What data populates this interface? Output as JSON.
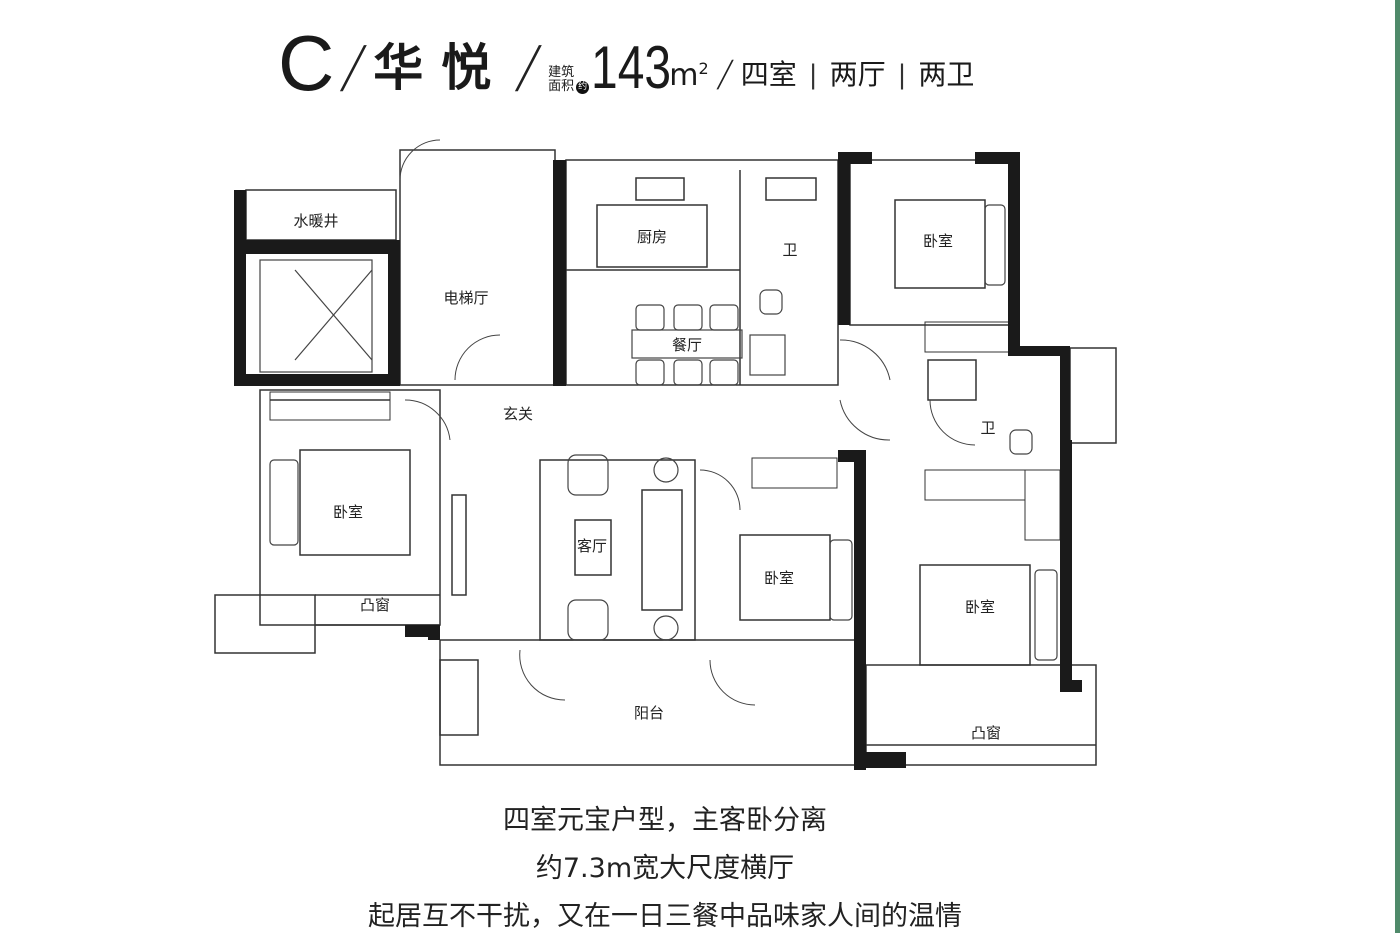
{
  "header": {
    "unit_letter": "C",
    "unit_name": "华悦",
    "area_label_line1": "建筑",
    "area_label_line2": "面积",
    "approx_badge": "约",
    "area_value": "143",
    "area_unit": "m",
    "area_unit_sup": "2",
    "rooms": "四室",
    "halls": "两厅",
    "baths": "两卫"
  },
  "rooms": {
    "water_shaft": "水暖井",
    "elevator_hall": "电梯厅",
    "kitchen": "厨房",
    "bath1": "卫",
    "bedroom_ne": "卧室",
    "dining": "餐厅",
    "foyer": "玄关",
    "bath2": "卫",
    "bedroom_w": "卧室",
    "living": "客厅",
    "bedroom_c": "卧室",
    "bedroom_se": "卧室",
    "bay_window_w": "凸窗",
    "balcony": "阳台",
    "bay_window_e": "凸窗"
  },
  "description": [
    "四室元宝户型，主客卧分离",
    "约7.3m宽大尺度横厅",
    "起居互不干扰，又在一日三餐中品味家人间的温情"
  ],
  "colors": {
    "accent_stripe": "#4f8a6a",
    "wall": "#1a1a1a"
  }
}
